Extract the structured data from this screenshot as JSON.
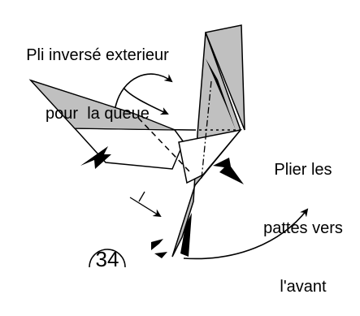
{
  "labels": {
    "tail_line1": "Pli inversé exterieur",
    "tail_line2": "pour  la queue",
    "legs_line1": "Plier les",
    "legs_line2": "pattes vers",
    "legs_line3": "l'avant"
  },
  "step": {
    "number": "34"
  },
  "colors": {
    "paper_fill": "#c0c0c0",
    "stroke": "#000000",
    "background": "#ffffff"
  }
}
